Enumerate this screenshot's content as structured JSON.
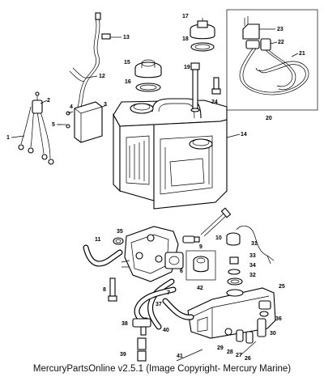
{
  "diagram": {
    "callouts": {
      "c1": "1",
      "c2": "2",
      "c3": "3",
      "c4": "4",
      "c5": "5",
      "c6": "6",
      "c7": "7",
      "c8": "8",
      "c9": "9",
      "c10": "10",
      "c11": "11",
      "c12": "12",
      "c13": "13",
      "c14": "14",
      "c15": "15",
      "c16": "16",
      "c17": "17",
      "c18": "18",
      "c19": "19",
      "c20": "20",
      "c21": "21",
      "c22": "22",
      "c23": "23",
      "c24": "24",
      "c25": "25",
      "c26": "26",
      "c27": "27",
      "c28": "28",
      "c29": "29",
      "c30": "30",
      "c31": "31",
      "c32": "32",
      "c33": "33",
      "c34": "34",
      "c35": "35",
      "c36": "36",
      "c37": "37",
      "c38": "38",
      "c39": "39",
      "c40": "40",
      "c41": "41",
      "c42": "42"
    }
  },
  "footer": {
    "copyright": "MercuryPartsOnline v2.5.1 (Image Copyright- Mercury Marine)"
  }
}
